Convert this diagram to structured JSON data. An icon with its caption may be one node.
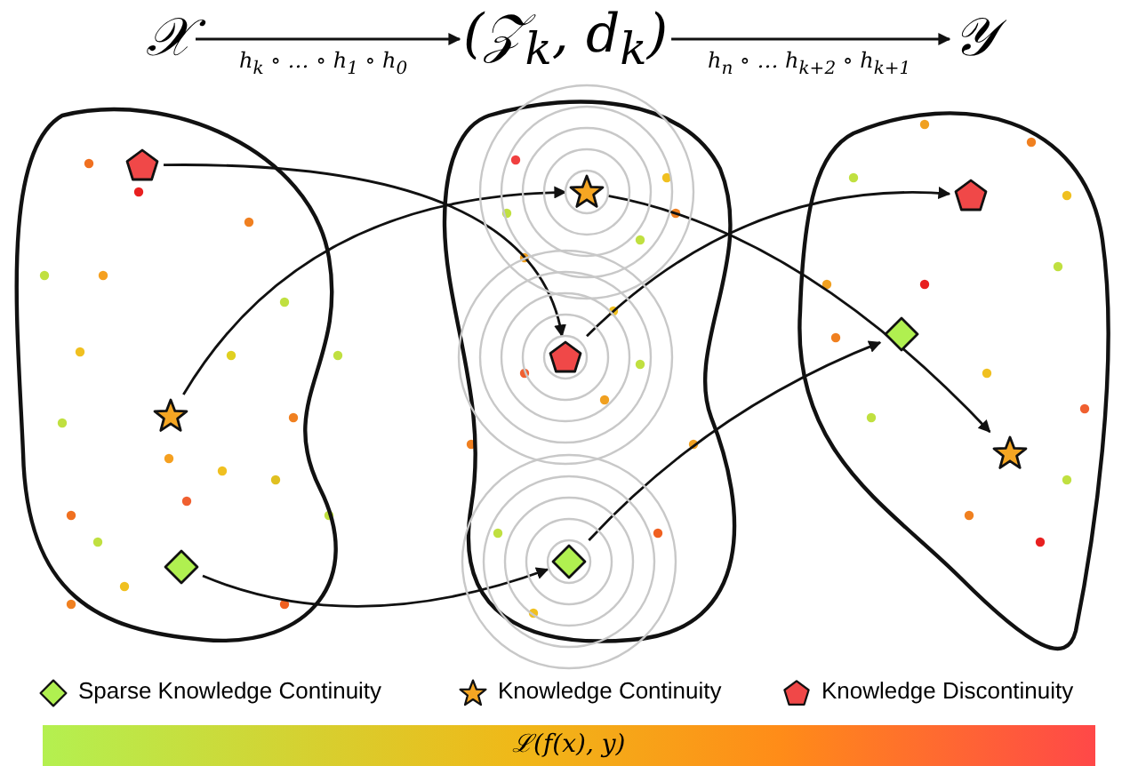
{
  "diagram": {
    "nodes": [
      {
        "text": [
          "𝒳"
        ]
      },
      {
        "text": [
          "(𝒵$_{k}$, d$_{k}$)"
        ]
      },
      {
        "text": [
          "𝒴"
        ]
      },
      {
        "text": [],
        "shape": "blob"
      },
      {
        "text": [],
        "shape": "blob"
      },
      {
        "text": [],
        "shape": "blob"
      },
      {
        "text": [],
        "shape": "pentagon",
        "in": 3
      },
      {
        "text": [],
        "shape": "star",
        "in": 3
      },
      {
        "text": [],
        "shape": "diamond",
        "in": 3
      },
      {
        "text": [],
        "shape": "star",
        "in": 4
      },
      {
        "text": [],
        "shape": "pentagon",
        "in": 4
      },
      {
        "text": [],
        "shape": "diamond",
        "in": 4
      },
      {
        "text": [],
        "shape": "pentagon",
        "in": 5
      },
      {
        "text": [],
        "shape": "diamond",
        "in": 5
      },
      {
        "text": [],
        "shape": "star",
        "in": 5
      }
    ],
    "edges": [
      {
        "from": 0,
        "to": 1,
        "arrow": "to",
        "label": "h$_{k}$ ∘ … ∘ h$_{1}$ ∘ h$_{0}$"
      },
      {
        "from": 1,
        "to": 2,
        "arrow": "to",
        "label": "h$_{n}$ ∘ … h$_{k+2}$ ∘ h$_{k+1}$"
      },
      {
        "from": 6,
        "to": 10,
        "arrow": "to"
      },
      {
        "from": 7,
        "to": 9,
        "arrow": "to"
      },
      {
        "from": 8,
        "to": 11,
        "arrow": "to"
      },
      {
        "from": 9,
        "to": 14,
        "arrow": "to"
      },
      {
        "from": 10,
        "to": 12,
        "arrow": "to"
      },
      {
        "from": 11,
        "to": 13,
        "arrow": "to"
      }
    ],
    "labels": [
      "ℒ(f(x), y)"
    ],
    "legend": [
      {
        "text": "Sparse Knowledge Continuity"
      },
      {
        "text": "Knowledge Continuity"
      },
      {
        "text": "Knowledge Discontinuity"
      }
    ]
  }
}
